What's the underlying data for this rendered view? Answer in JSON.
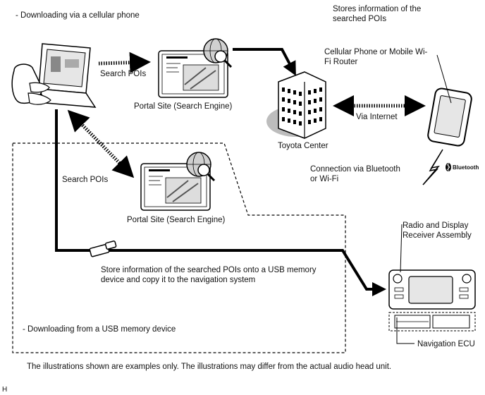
{
  "labels": {
    "cellular_title": "- Downloading via a cellular phone",
    "stores_info": "Stores information of the searched POIs",
    "cellular_device": "Cellular Phone or Mobile Wi-Fi Router",
    "search_pois_top": "Search POIs",
    "portal_site_top": "Portal Site (Search Engine)",
    "via_internet": "Via Internet",
    "toyota_center": "Toyota Center",
    "connection_bluetooth": "Connection via Bluetooth or Wi-Fi",
    "bluetooth_logo": "Bluetooth",
    "search_pois_mid": "Search POIs",
    "portal_site_mid": "Portal Site (Search Engine)",
    "radio_display": "Radio and Display Receiver Assembly",
    "usb_store": "Store information of the searched POIs onto a USB memory device and copy it to the navigation system",
    "usb_title": "- Downloading from a USB memory device",
    "navigation_ecu": "Navigation ECU",
    "footnote": "The illustrations shown are examples only. The illustrations may differ from the actual audio head unit.",
    "figure_code": "H"
  },
  "colors": {
    "line": "#000000",
    "shadow": "#bdbdbd",
    "screen": "#e6e6e6"
  }
}
